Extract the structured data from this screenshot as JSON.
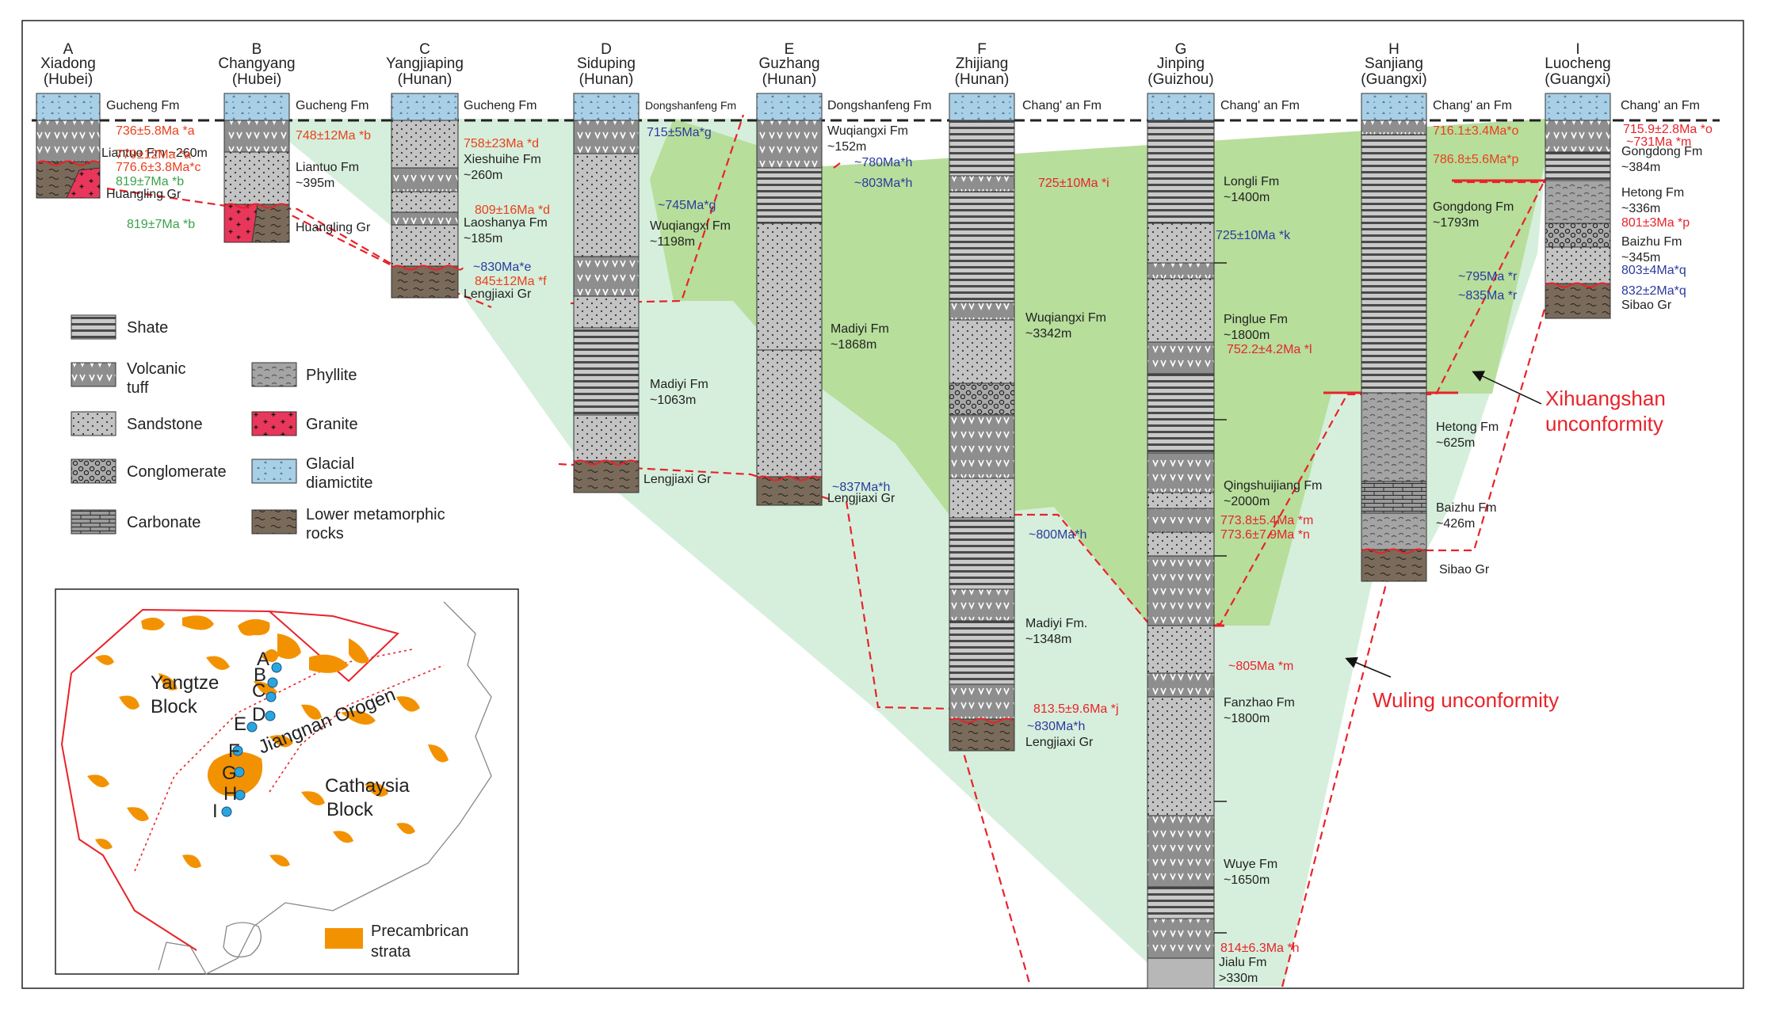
{
  "colors": {
    "upper_shade": "#b7de9b",
    "lower_shade": "#d6efdc",
    "red": "#e8232a",
    "blue": "#2b3a9e",
    "green": "#3aa34a",
    "orange_age": "#e8401c",
    "granite": "#e8375a",
    "glacial": "#a8cfe6",
    "metamorphic": "#7a6a5a",
    "strata_orange": "#f39200",
    "dot_blue": "#2aa6df"
  },
  "columns": [
    {
      "id": "col-a",
      "letter": "A",
      "name": "Xiadong",
      "province": "(Hubei)",
      "top_fm": "Gucheng Fm"
    },
    {
      "id": "col-b",
      "letter": "B",
      "name": "Changyang",
      "province": "(Hubei)",
      "top_fm": "Gucheng Fm"
    },
    {
      "id": "col-c",
      "letter": "C",
      "name": "Yangjiaping",
      "province": "(Hunan)",
      "top_fm": "Gucheng Fm"
    },
    {
      "id": "col-d",
      "letter": "D",
      "name": "Siduping",
      "province": "(Hunan)",
      "top_fm": "Dongshanfeng Fm"
    },
    {
      "id": "col-e",
      "letter": "E",
      "name": "Guzhang",
      "province": "(Hunan)",
      "top_fm": "Dongshanfeng Fm"
    },
    {
      "id": "col-f",
      "letter": "F",
      "name": "Zhijiang",
      "province": "(Hunan)",
      "top_fm": "Chang' an Fm"
    },
    {
      "id": "col-g",
      "letter": "G",
      "name": "Jinping",
      "province": "(Guizhou)",
      "top_fm": "Chang' an Fm"
    },
    {
      "id": "col-h",
      "letter": "H",
      "name": "Sanjiang",
      "province": "(Guangxi)",
      "top_fm": "Chang' an Fm"
    },
    {
      "id": "col-i",
      "letter": "I",
      "name": "Luocheng",
      "province": "(Guangxi)",
      "top_fm": "Chang' an Fm"
    }
  ],
  "formations": {
    "a_liantuo": "Liantuo Fm ~260m",
    "a_huangling": "Huangling Gr",
    "b_liantuo_1": "Liantuo Fm",
    "b_liantuo_2": "~395m",
    "b_huangling": "Huangling Gr",
    "c_xieshuihe_1": "Xieshuihe Fm",
    "c_xieshuihe_2": "~260m",
    "c_laoshanya_1": "Laoshanya Fm",
    "c_laoshanya_2": "~185m",
    "c_lengjiaxi": "Lengjiaxi Gr",
    "d_wuqiangxi_1": "Wuqiangxi Fm",
    "d_wuqiangxi_2": "~1198m",
    "d_madiyi_1": "Madiyi Fm",
    "d_madiyi_2": "~1063m",
    "d_lengjiaxi": "Lengjiaxi Gr",
    "e_wuqiangxi_1": "Wuqiangxi Fm",
    "e_wuqiangxi_2": "~152m",
    "e_madiyi_1": "Madiyi Fm",
    "e_madiyi_2": "~1868m",
    "e_lengjiaxi": "Lengjiaxi Gr",
    "f_wuqiangxi_1": "Wuqiangxi Fm",
    "f_wuqiangxi_2": "~3342m",
    "f_madiyi_1": "Madiyi Fm.",
    "f_madiyi_2": "~1348m",
    "f_lengjiaxi": "Lengjiaxi Gr",
    "g_longli_1": "Longli Fm",
    "g_longli_2": "~1400m",
    "g_pinglue_1": "Pinglue Fm",
    "g_pinglue_2": "~1800m",
    "g_qingshui_1": "Qingshuijiang Fm",
    "g_qingshui_2": "~2000m",
    "g_fanzhao_1": "Fanzhao Fm",
    "g_fanzhao_2": "~1800m",
    "g_wuye_1": "Wuye Fm",
    "g_wuye_2": "~1650m",
    "g_jialu_1": "Jialu Fm",
    "g_jialu_2": ">330m",
    "h_gongdong_1": "Gongdong Fm",
    "h_gongdong_2": "~1793m",
    "h_hetong_1": "Hetong Fm",
    "h_hetong_2": "~625m",
    "h_baizhu_1": "Baizhu Fm",
    "h_baizhu_2": "~426m",
    "h_sibao": "Sibao Gr",
    "i_gongdong_1": "Gongdong Fm",
    "i_gongdong_2": "~384m",
    "i_hetong_1": "Hetong Fm",
    "i_hetong_2": "~336m",
    "i_baizhu_1": "Baizhu Fm",
    "i_baizhu_2": "~345m",
    "i_sibao": "Sibao Gr"
  },
  "ages": {
    "a1": "736±5.8Ma *a",
    "a2": "779±12Ma *a",
    "a3": "776.6±3.8Ma*c",
    "a4": "819±7Ma *b",
    "b1": "748±12Ma *b",
    "b2": "819±7Ma *b",
    "c1": "758±23Ma *d",
    "c2": "809±16Ma *d",
    "c3": "~830Ma*e",
    "c4": "845±12Ma *f",
    "d1": "715±5Ma*g",
    "d2": "~745Ma*g",
    "e1": "~780Ma*h",
    "e2": "~803Ma*h",
    "e3": "~837Ma*h",
    "f1": "725±10Ma *i",
    "f2": "~800Ma*h",
    "f3": "813.5±9.6Ma *j",
    "f4": "~830Ma*h",
    "g1": "725±10Ma *k",
    "g2": "752.2±4.2Ma *l",
    "g3": "773.8±5.4Ma *m",
    "g4": "773.6±7.9Ma *n",
    "g5": "~805Ma *m",
    "g6": "814±6.3Ma *n",
    "h1": "716.1±3.4Ma*o",
    "h2": "786.8±5.6Ma*p",
    "h3": "~795Ma *r",
    "h4": "~835Ma *r",
    "i1": "715.9±2.8Ma *o",
    "i2": "~731Ma *m",
    "i3": "801±3Ma *p",
    "i4": "803±4Ma*q",
    "i5": "832±2Ma*q"
  },
  "unconformities": {
    "xihuangshan_1": "Xihuangshan",
    "xihuangshan_2": "unconformity",
    "wuling": "Wuling unconformity"
  },
  "legend": [
    {
      "id": "shale",
      "label": "Shate"
    },
    {
      "id": "tuff",
      "label_1": "Volcanic",
      "label_2": "tuff"
    },
    {
      "id": "sandstone",
      "label": "Sandstone"
    },
    {
      "id": "conglomerate",
      "label": "Conglomerate"
    },
    {
      "id": "carbonate",
      "label": "Carbonate"
    },
    {
      "id": "phyllite",
      "label": "Phyllite"
    },
    {
      "id": "granite",
      "label": "Granite"
    },
    {
      "id": "glacial",
      "label_1": "Glacial",
      "label_2": "diamictite"
    },
    {
      "id": "metamorphic",
      "label_1": "Lower metamorphic",
      "label_2": "rocks"
    }
  ],
  "map": {
    "yangtze_1": "Yangtze",
    "yangtze_2": "Block",
    "orogen": "Jiangnan Orogen",
    "cathaysia_1": "Cathaysia",
    "cathaysia_2": "Block",
    "key_1": "Precambrican",
    "key_2": "strata",
    "site_labels": [
      "A",
      "B",
      "C",
      "D",
      "E",
      "F",
      "G",
      "H",
      "I"
    ]
  }
}
